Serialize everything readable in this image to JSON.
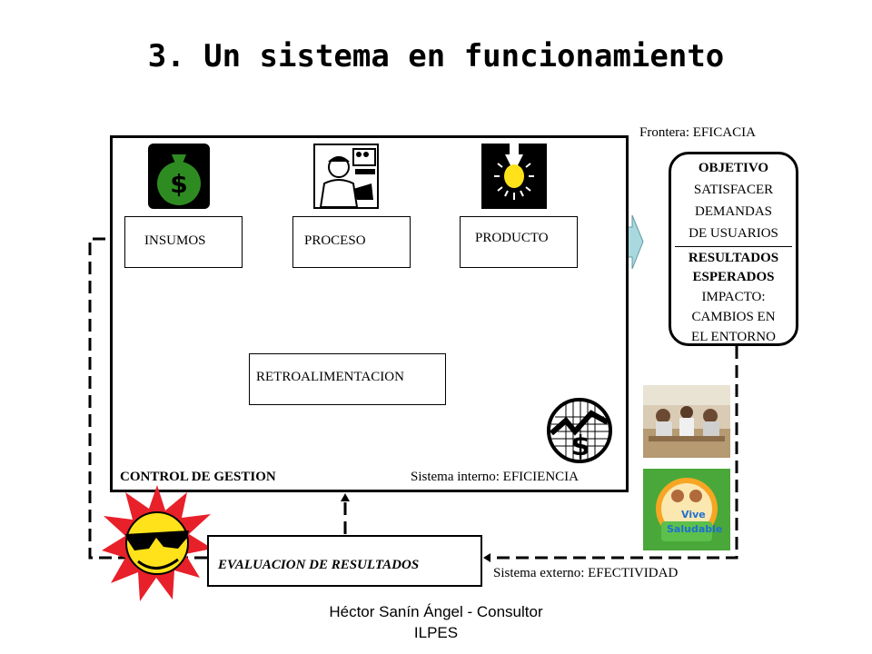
{
  "title": "3. Un sistema en funcionamiento",
  "boundary_label": "Frontera: EFICACIA",
  "boxes": {
    "insumos": "INSUMOS",
    "proceso": "PROCESO",
    "producto": "PRODUCTO",
    "retroalimentacion": "RETROALIMENTACION",
    "evaluacion": "EVALUACION DE RESULTADOS"
  },
  "objective_panel": {
    "heading1": "OBJETIVO",
    "lines1": [
      "SATISFACER",
      "DEMANDAS",
      "DE USUARIOS"
    ],
    "heading2": [
      "RESULTADOS",
      "ESPERADOS"
    ],
    "lines2": [
      "IMPACTO:",
      "CAMBIOS EN",
      "EL ENTORNO"
    ]
  },
  "labels": {
    "control": "CONTROL DE GESTION",
    "internal": "Sistema interno: EFICIENCIA",
    "external": "Sistema externo: EFECTIVIDAD"
  },
  "photo_logo_text": [
    "Vive",
    "Saludable"
  ],
  "footer": [
    "Héctor Sanín Ángel - Consultor",
    "ILPES"
  ],
  "icons": [
    "money-bag-icon",
    "worker-icon",
    "light-bulb-icon",
    "dollar-chart-icon",
    "sun-sunglasses-icon"
  ],
  "colors": {
    "money_bag": "#2e8b22",
    "arrow_fill": "#2a8fef",
    "output_arrow": "#a9d8de",
    "sun_red": "#e8202a",
    "sun_yellow": "#ffe21a"
  }
}
